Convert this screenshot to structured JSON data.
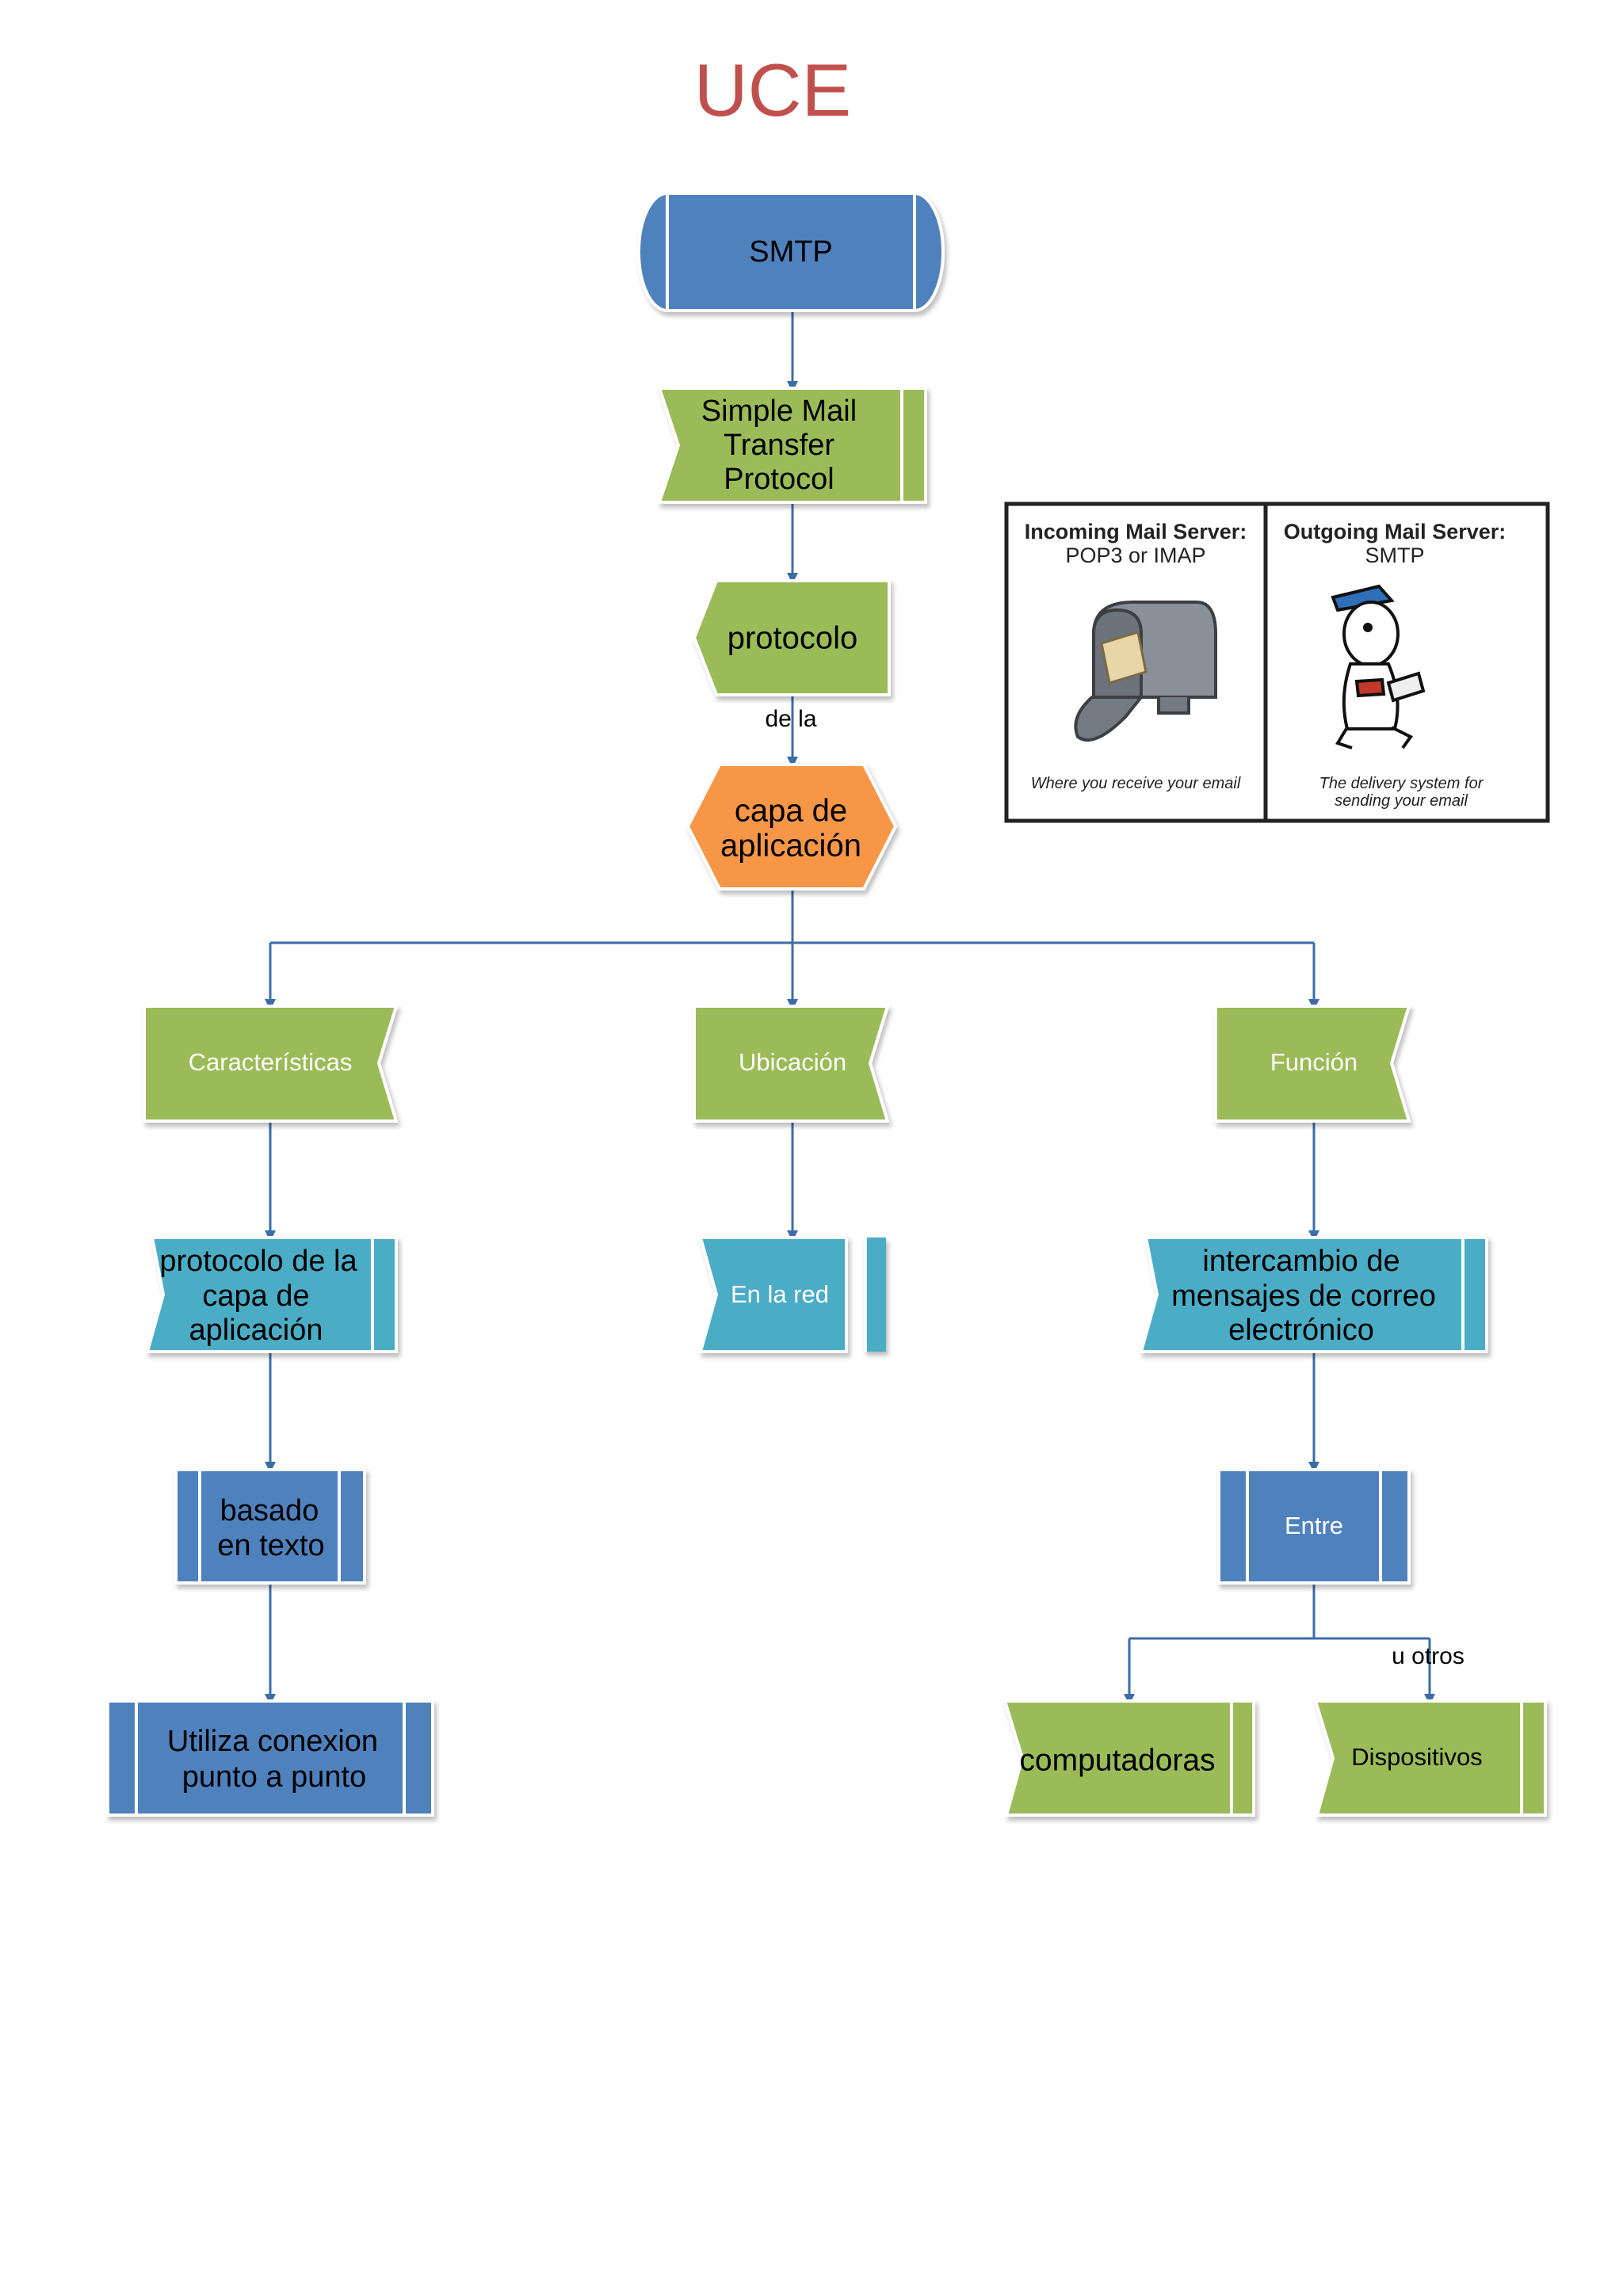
{
  "title": "UCE",
  "colors": {
    "dark_blue": "#4f81bd",
    "green": "#9bbb59",
    "cyan": "#4bacc6",
    "orange": "#f79646",
    "title_red": "#c0504d",
    "arrow": "#3d6ca8"
  },
  "nodes": {
    "smtp": "SMTP",
    "simple_mail": [
      "Simple Mail",
      "Transfer",
      "Protocol"
    ],
    "protocolo": "protocolo",
    "capa": [
      "capa de",
      "aplicación"
    ],
    "caracteristicas": "Características",
    "ubicacion": "Ubicación",
    "funcion": "Función",
    "protocolo_capa": [
      "protocolo de la",
      "capa de",
      "aplicación"
    ],
    "en_la_red": "En la red",
    "intercambio": [
      "intercambio de",
      "mensajes de correo",
      "electrónico"
    ],
    "basado": [
      "basado",
      "en texto"
    ],
    "entre": "Entre",
    "utiliza": [
      "Utiliza conexion",
      "punto a punto"
    ],
    "computadoras": "computadoras",
    "dispositivos": "Dispositivos"
  },
  "edge_labels": {
    "de_la": "de la",
    "u_otros": "u otros"
  },
  "image_panel": {
    "left": {
      "title": [
        "Incoming Mail Server:",
        "POP3 or IMAP"
      ],
      "caption": "Where you receive your email",
      "icon": "mailbox-icon"
    },
    "right": {
      "title": [
        "Outgoing Mail Server:",
        "SMTP"
      ],
      "caption": [
        "The delivery system for",
        "sending your email"
      ],
      "icon": "mail-carrier-icon"
    }
  }
}
